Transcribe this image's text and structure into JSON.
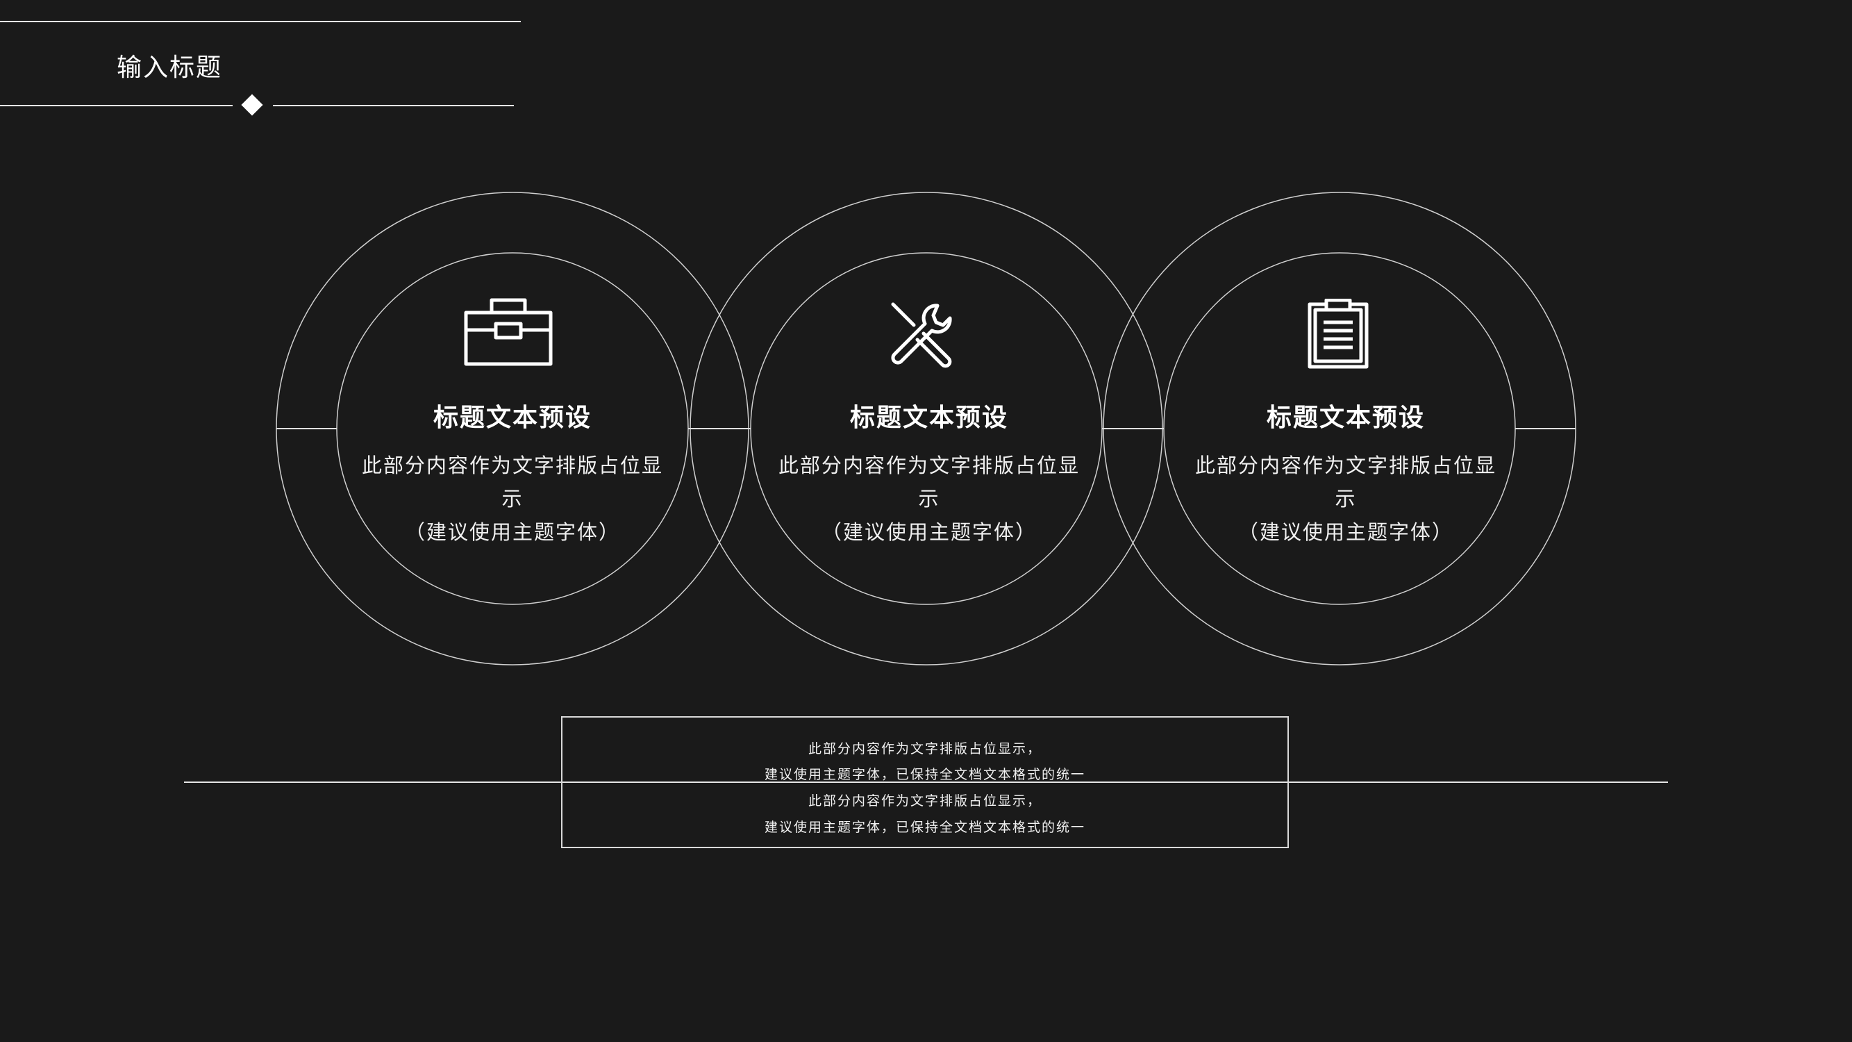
{
  "header": {
    "title": "输入标题"
  },
  "cards": [
    {
      "icon": "toolbox-icon",
      "title": "标题文本预设",
      "desc_line1": "此部分内容作为文字排版占位显",
      "desc_line2": "示",
      "desc_line3": "（建议使用主题字体）"
    },
    {
      "icon": "tools-icon",
      "title": "标题文本预设",
      "desc_line1": "此部分内容作为文字排版占位显",
      "desc_line2": "示",
      "desc_line3": "（建议使用主题字体）"
    },
    {
      "icon": "clipboard-icon",
      "title": "标题文本预设",
      "desc_line1": "此部分内容作为文字排版占位显",
      "desc_line2": "示",
      "desc_line3": "（建议使用主题字体）"
    }
  ],
  "note": {
    "line1": "此部分内容作为文字排版占位显示，",
    "line2": "建议使用主题字体，已保持全文档文本格式的统一",
    "line3": "此部分内容作为文字排版占位显示，",
    "line4": "建议使用主题字体，已保持全文档文本格式的统一"
  },
  "colors": {
    "background": "#1a1a1a",
    "foreground": "#ffffff",
    "line": "#e6e6e6"
  }
}
